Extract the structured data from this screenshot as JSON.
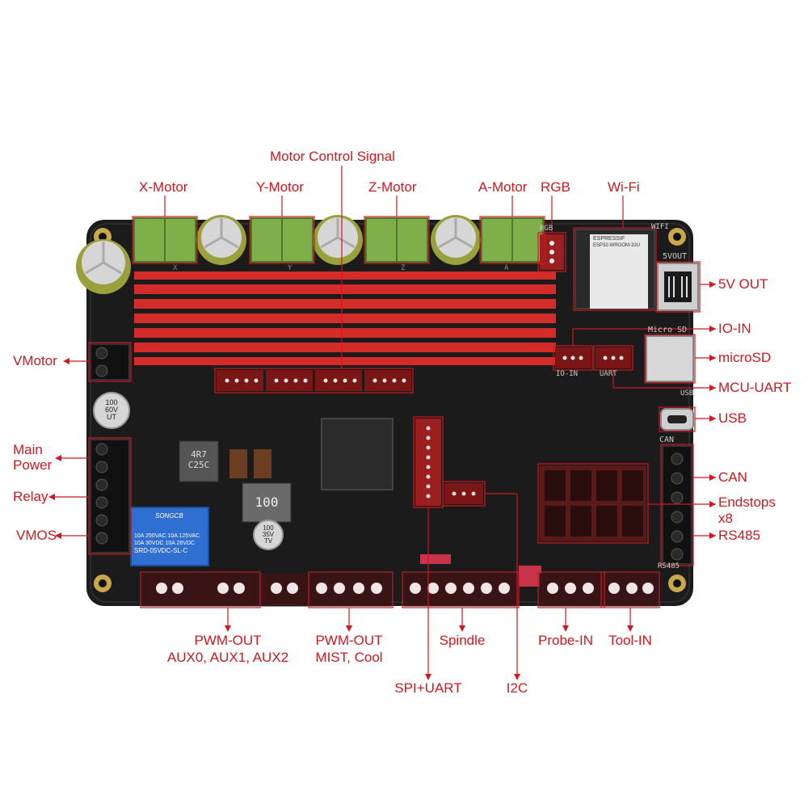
{
  "colors": {
    "accent": "#d0181f",
    "board": "#1a1a1a",
    "heatsink": "#d42b2b",
    "terminal_green": "#7fae4a",
    "relay_blue": "#2f6fd1"
  },
  "labels": {
    "motor_control_signal": "Motor Control Signal",
    "x_motor": "X-Motor",
    "y_motor": "Y-Motor",
    "z_motor": "Z-Motor",
    "a_motor": "A-Motor",
    "rgb": "RGB",
    "wifi": "Wi-Fi",
    "out_5v": "5V OUT",
    "io_in": "IO-IN",
    "microsd": "microSD",
    "mcu_uart": "MCU-UART",
    "usb": "USB",
    "can": "CAN",
    "endstops": "Endstops",
    "endstops_count": "x8",
    "rs485": "RS485",
    "vmotor": "VMotor",
    "main_power_1": "Main",
    "main_power_2": "Power",
    "relay": "Relay",
    "vmos": "VMOS",
    "pwm_out_aux_1": "PWM-OUT",
    "pwm_out_aux_2": "AUX0, AUX1, AUX2",
    "pwm_out_mist_1": "PWM-OUT",
    "pwm_out_mist_2": "MIST, Cool",
    "spindle": "Spindle",
    "spi_uart": "SPI+UART",
    "i2c": "I2C",
    "probe_in": "Probe-IN",
    "tool_in": "Tool-IN"
  },
  "board_silkscreen": {
    "wifi": "WIFI",
    "out_5v": "5VOUT",
    "micro_sd": "Micro SD",
    "usb": "USB",
    "can": "CAN",
    "rs485": "RS485",
    "rgb": "RGB",
    "x": "X",
    "y": "Y",
    "z": "Z",
    "a": "A",
    "io_in": "IO-IN",
    "uart": "UART",
    "cap_big_1": "100",
    "cap_big_2": "60V",
    "cap_big_3": "UT",
    "cap_small_1": "100",
    "cap_small_2": "35V",
    "cap_small_3": "TV",
    "inductor_1": "4R7",
    "inductor_2": "C25C",
    "inductor_big": "100",
    "relay_brand": "SONGCB",
    "relay_line1": "10A 250VAC 10A 125VAC",
    "relay_line2": "10A 30VDC  10A 28VDC",
    "relay_model": "SRD-05VDC-SL-C",
    "esp_brand": "ESPRESSIF",
    "esp_model": "ESP32-WROOM-32U"
  }
}
